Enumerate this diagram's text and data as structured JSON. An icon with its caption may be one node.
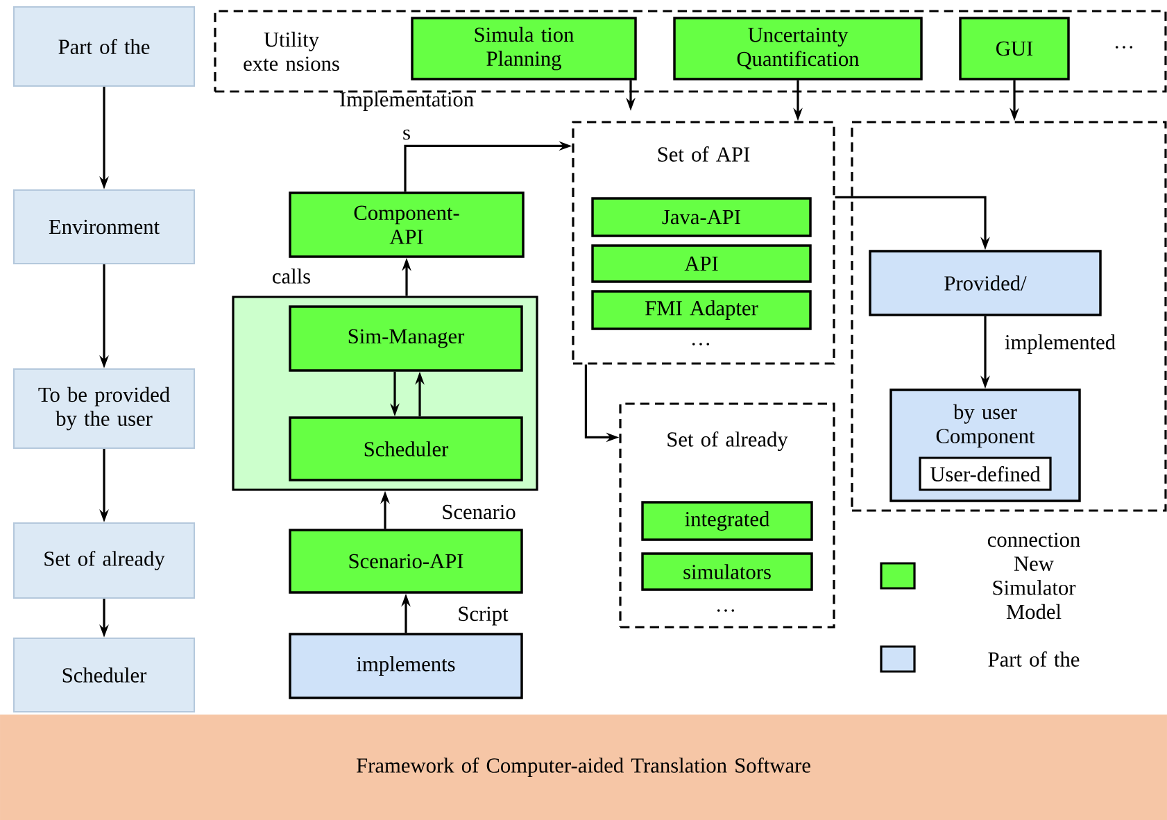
{
  "diagram": {
    "nodes": [
      {
        "text": [
          "Part of the"
        ]
      },
      {
        "text": [
          "Environment"
        ]
      },
      {
        "text": [
          "To be provided by the user"
        ]
      },
      {
        "text": [
          "Set of already"
        ]
      },
      {
        "text": [
          "Scheduler"
        ]
      },
      {
        "text": [
          "Utility exte nsions"
        ]
      },
      {
        "text": [
          "Simula tion Planning"
        ],
        "in": 5
      },
      {
        "text": [
          "Uncertainty Quantification"
        ],
        "in": 5
      },
      {
        "text": [
          "GUI"
        ],
        "in": 5
      },
      {
        "text": [
          "Set of API"
        ]
      },
      {
        "text": [
          "Java-API"
        ],
        "in": 9
      },
      {
        "text": [
          "API"
        ],
        "in": 9
      },
      {
        "text": [
          "FMI Adapter"
        ],
        "in": 9
      },
      {
        "text": [],
        "shape": "box"
      },
      {
        "text": [
          "Provided/"
        ],
        "in": 13
      },
      {
        "text": [
          "by user Component"
        ],
        "in": 13
      },
      {
        "text": [
          "User-defined"
        ],
        "in": 15
      },
      {
        "text": [
          "Component-API"
        ]
      },
      {
        "text": [],
        "shape": "box"
      },
      {
        "text": [
          "Sim-Manager"
        ],
        "in": 18
      },
      {
        "text": [
          "Scheduler"
        ],
        "in": 18
      },
      {
        "text": [
          "Scenario-API"
        ]
      },
      {
        "text": [
          "implements"
        ]
      },
      {
        "text": [
          "Set of already"
        ]
      },
      {
        "text": [
          "integrated"
        ],
        "in": 23
      },
      {
        "text": [
          "simulators"
        ],
        "in": 23
      },
      {
        "text": [
          "Framework of Computer-aided Translation Software"
        ]
      }
    ],
    "edges": [
      {
        "from": 0,
        "to": 1,
        "arrow": "to"
      },
      {
        "from": 1,
        "to": 2,
        "arrow": "to"
      },
      {
        "from": 2,
        "to": 3,
        "arrow": "to"
      },
      {
        "from": 3,
        "to": 4,
        "arrow": "to"
      },
      {
        "from": 6,
        "to": null,
        "arrow": "to"
      },
      {
        "from": 7,
        "to": 9,
        "arrow": "to"
      },
      {
        "from": 8,
        "to": 13,
        "arrow": "to"
      },
      {
        "from": 17,
        "to": 9,
        "arrow": "to"
      },
      {
        "from": 9,
        "to": 14,
        "arrow": "to"
      },
      {
        "from": 14,
        "to": 15,
        "label": "implemented",
        "arrow": "to"
      },
      {
        "from": 18,
        "to": 17,
        "label": "calls",
        "arrow": "to"
      },
      {
        "from": 19,
        "to": 20,
        "arrow": "to"
      },
      {
        "from": 20,
        "to": 19,
        "arrow": "to"
      },
      {
        "from": 21,
        "to": 18,
        "label": "Scenario",
        "arrow": "to"
      },
      {
        "from": 22,
        "to": 21,
        "label": "Script",
        "arrow": "to"
      },
      {
        "from": 9,
        "to": 23,
        "arrow": "to"
      }
    ],
    "labels": [
      "…",
      "Implementation",
      "s",
      "…",
      "…"
    ],
    "legend": [
      {
        "text": "connection New Simulator Model",
        "color": "#66ff44"
      },
      {
        "text": "Part of the",
        "color": "#cfe2f9"
      }
    ]
  }
}
